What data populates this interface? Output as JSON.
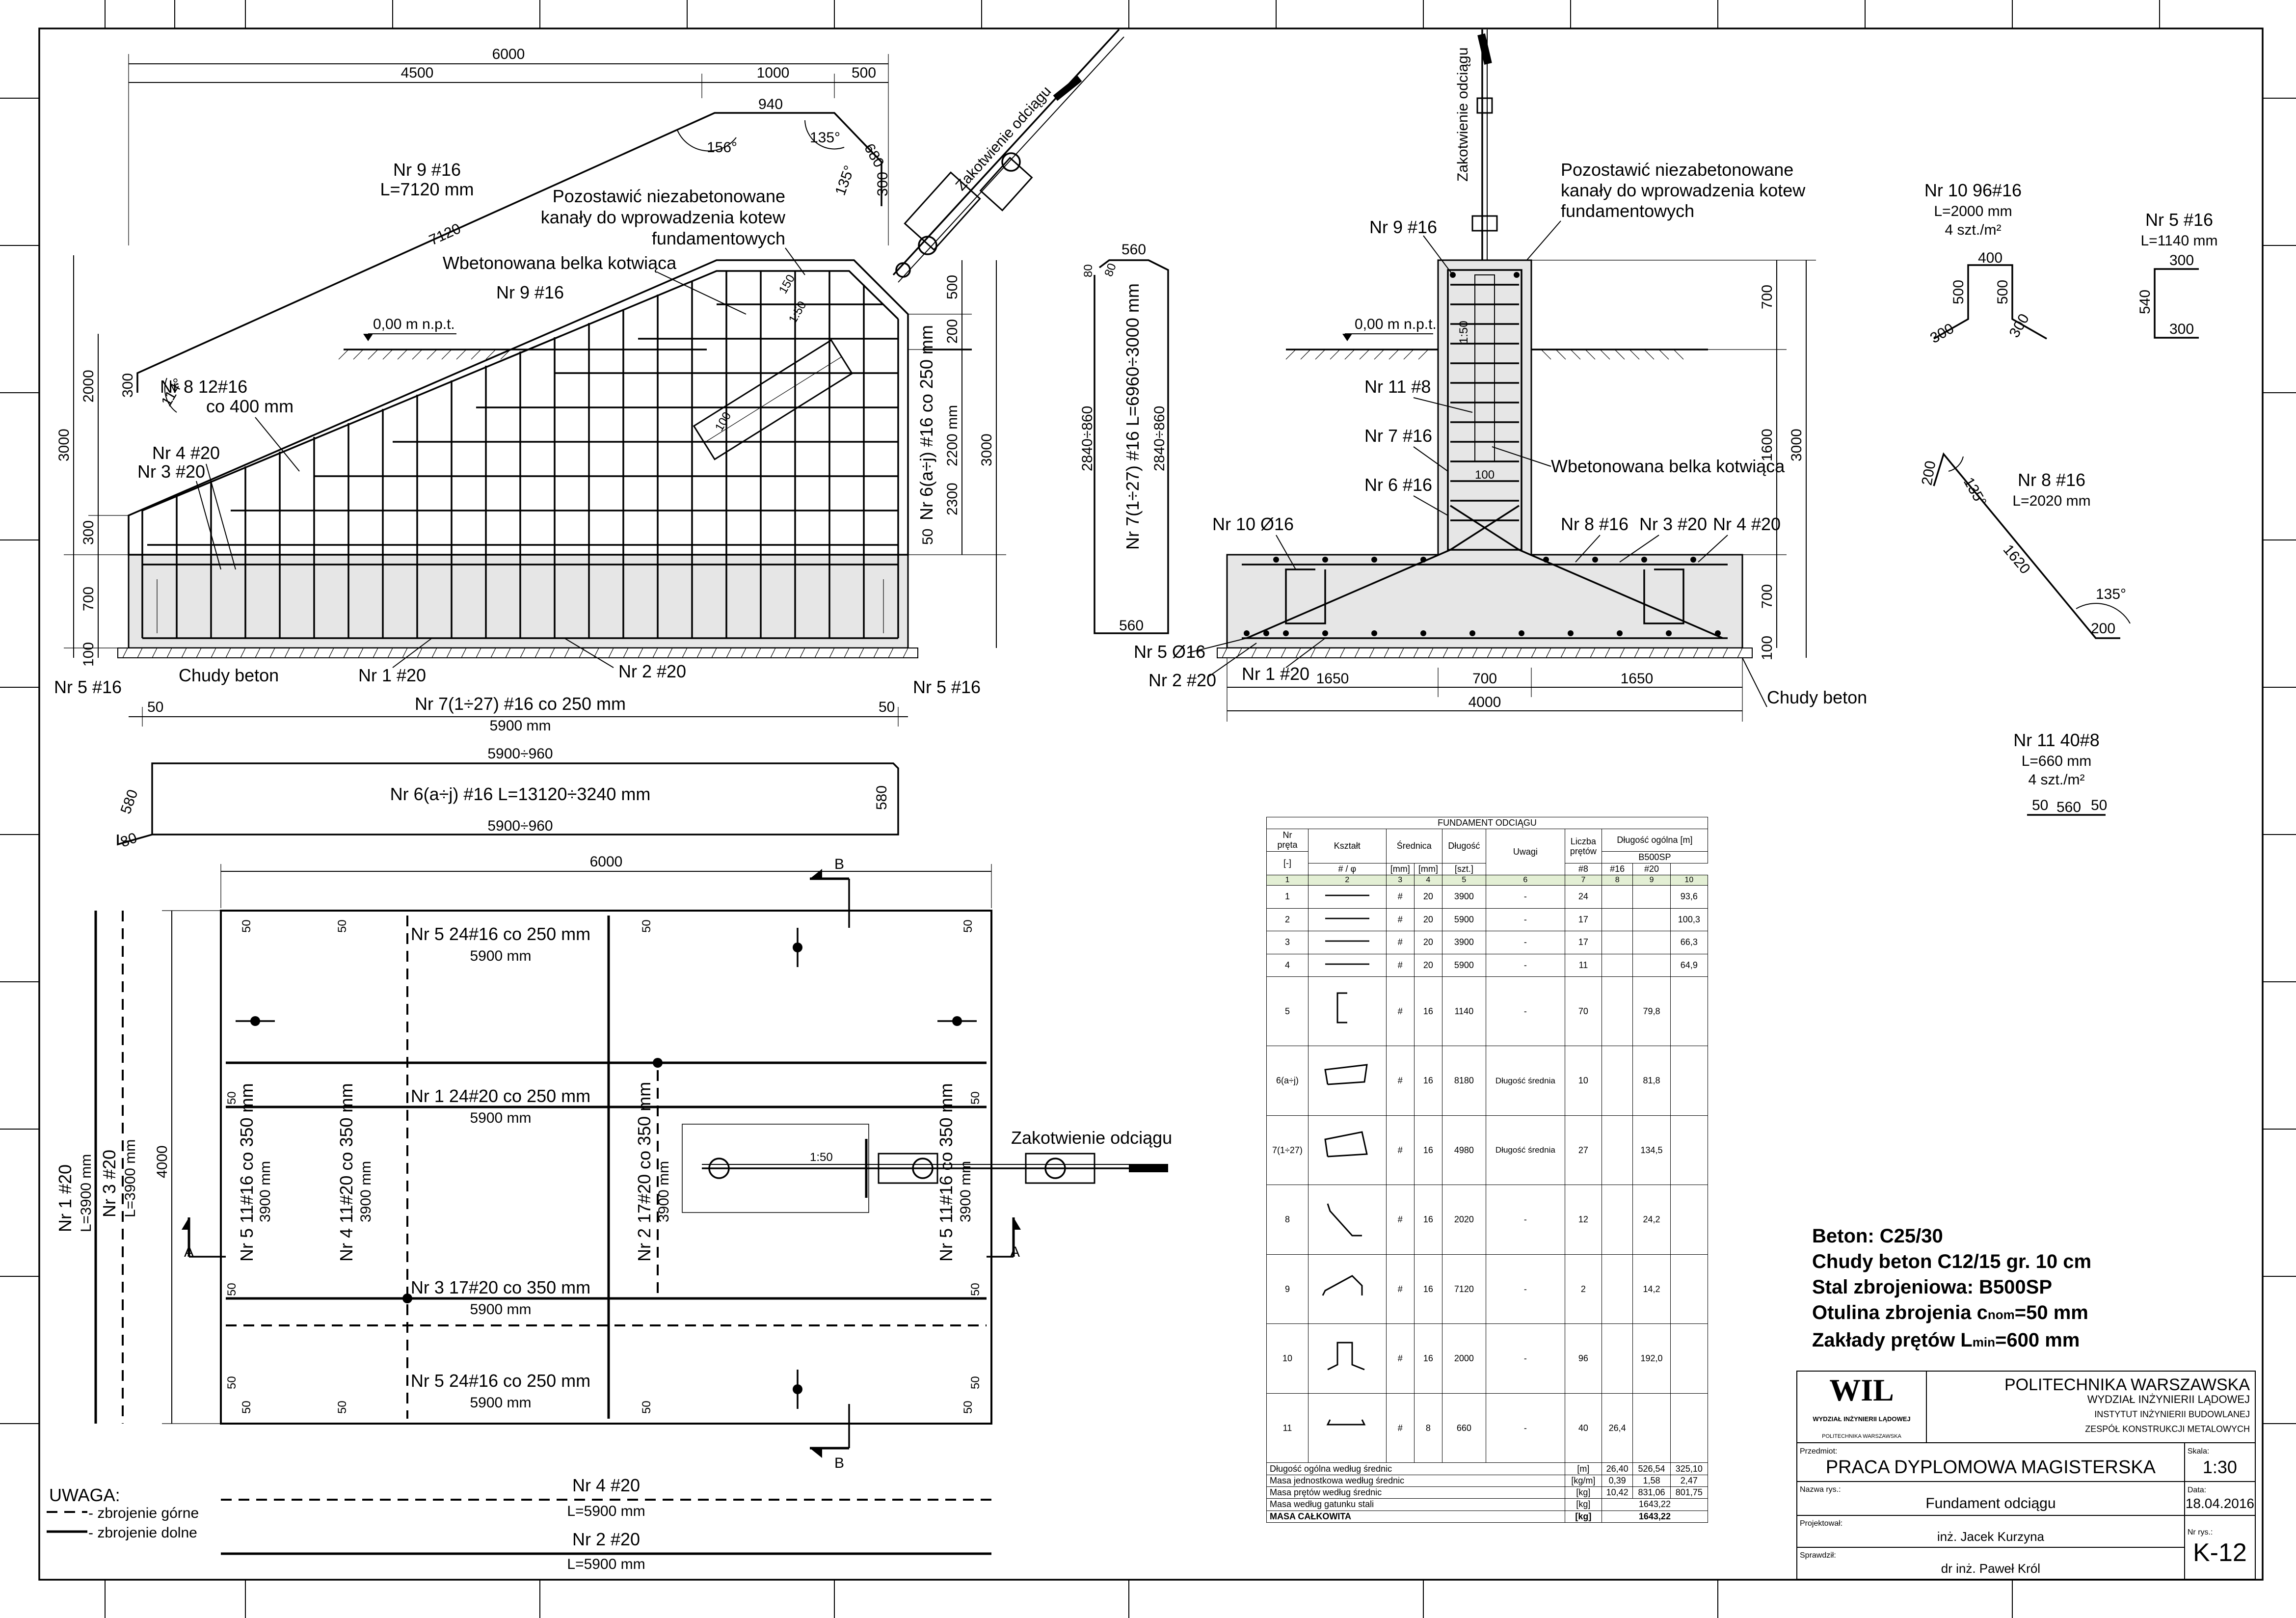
{
  "section_a": {
    "dim_total": "6000",
    "dim_left": "4500",
    "dim_mid": "1000",
    "dim_right": "500",
    "bar9_label": "Nr 9 #16",
    "bar9_len": "L=7120 mm",
    "bar9_dim": "7120",
    "bar9_top": "940",
    "bar9_side": "680",
    "bar9_end": "300",
    "bar9_tail": "300",
    "ang156": "156°",
    "ang135a": "135°",
    "ang135b": "135°",
    "ang114": "114°",
    "note": [
      "Pozostawić niezabetonowane",
      "kanały do wprowadzenia kotew",
      "fundamentowych"
    ],
    "anchor_beam": "Wbetonowana belka kotwiąca",
    "anchor_label": "Zakotwienie odciągu",
    "bar9_small": "Nr 9 #16",
    "level": "0,00 m n.p.t.",
    "bar8_label": "Nr 8 12#16",
    "bar8_spacing": "co 400 mm",
    "bar4": "Nr 4 #20",
    "bar3": "Nr 3 #20",
    "bar6": "Nr 6(a÷j) #16 co 250 mm",
    "bar5_left": "Nr 5 #16",
    "bar5_right": "Nr 5 #16",
    "lean": "Chudy beton",
    "bar1": "Nr 1 #20",
    "bar2": "Nr 2 #20",
    "bar7": "Nr 7(1÷27) #16 co 250  mm",
    "dim_bottom": "5900 mm",
    "dim_50l": "50",
    "dim_50r": "50",
    "left_dims": [
      "3000",
      "2000",
      "300",
      "700",
      "100"
    ],
    "right_dims": [
      "500",
      "200",
      "2200 mm",
      "2300",
      "50",
      "3000"
    ],
    "ang_slope": "1:50",
    "dim150": "150",
    "dim100": "100"
  },
  "bar6_shape": {
    "label": "Nr 6(a÷j) #16 L=13120÷3240 mm",
    "top": "5900÷960",
    "bottom": "5900÷960",
    "left": "580",
    "right": "580",
    "hook": "80"
  },
  "bar7_shape": {
    "label": "Nr 7(1÷27) #16 L=6960÷3000 mm",
    "dim_a": "2840÷860",
    "dim_b": "2840÷860",
    "top": "560",
    "bottom": "560",
    "hook_a": "80",
    "hook_b": "80"
  },
  "section_b": {
    "anchor_label": "Zakotwienie odciągu",
    "note": [
      "Pozostawić niezabetonowane",
      "kanały do wprowadzenia kotew",
      "fundamentowych"
    ],
    "bar9": "Nr 9 #16",
    "level": "0,00 m n.p.t.",
    "bar11": "Nr 11 #8",
    "bar7": "Nr 7 #16",
    "bar6": "Nr 6 #16",
    "bar10": "Nr 10 Ø16",
    "bar8": "Nr 8 #16",
    "bar3": "Nr 3 #20",
    "bar4": "Nr 4 #20",
    "bar5": "Nr 5 Ø16",
    "bar2": "Nr 2 #20",
    "bar1": "Nr 1 #20",
    "anchor_beam": "Wbetonowana belka kotwiąca",
    "lean": "Chudy beton",
    "dims_bottom": [
      "1650",
      "700",
      "1650",
      "4000"
    ],
    "dims_right": [
      "700",
      "1600",
      "700",
      "100",
      "3000"
    ],
    "slope": "1:50",
    "d100": "100"
  },
  "bar_shapes": {
    "bar10": {
      "label": "Nr 10 96#16",
      "len": "L=2000 mm",
      "count": "4 szt./m²",
      "d400": "400",
      "d500a": "500",
      "d500b": "500",
      "d300a": "300",
      "d300b": "300"
    },
    "bar5": {
      "label": "Nr 5 #16",
      "len": "L=1140 mm",
      "d300a": "300",
      "d540": "540",
      "d300b": "300"
    },
    "bar8": {
      "label": "Nr 8 #16",
      "len": "L=2020 mm",
      "d200a": "200",
      "d1620": "1620",
      "d200b": "200",
      "ang1": "135°",
      "ang2": "135°"
    },
    "bar11": {
      "label": "Nr 11 40#8",
      "len": "L=660 mm",
      "count": "4 szt./m²",
      "d50a": "50",
      "d560": "560",
      "d50b": "50"
    }
  },
  "plan": {
    "dim_top": "6000",
    "dim_side": "4000",
    "cut_b": "B",
    "cut_a": "A",
    "row1": {
      "label": "Nr 5 24#16 co 250 mm",
      "len": "5900 mm"
    },
    "row2": {
      "label": "Nr 1 24#20 co 250 mm",
      "len": "5900 mm"
    },
    "row3": {
      "label": "Nr 3 17#20 co 350 mm",
      "len": "5900 mm"
    },
    "row4": {
      "label": "Nr 5 24#16 co 250 mm",
      "len": "5900 mm"
    },
    "col1": {
      "label": "Nr 5 11#16 co 350 mm",
      "len": "3900 mm"
    },
    "col2": {
      "label": "Nr 4 11#20 co 350 mm",
      "len": "3900 mm"
    },
    "col3": {
      "label": "Nr 2 17#20 co 350 mm",
      "len": "3900 mm"
    },
    "col4": {
      "label": "Nr 5 11#16 co 350 mm",
      "len": "3900 mm"
    },
    "d50": "50",
    "anchor_label": "Zakotwienie odciągu",
    "slope": "1:50",
    "left1": {
      "label": "Nr 1 #20",
      "len": "L=3900 mm"
    },
    "left2": {
      "label": "Nr 3 #20",
      "len": "L=3900 mm"
    },
    "bottom1": {
      "label": "Nr 4 #20",
      "len": "L=5900 mm"
    },
    "bottom2": {
      "label": "Nr 2 #20",
      "len": "L=5900 mm"
    }
  },
  "legend": {
    "title": "UWAGA:",
    "top": "- zbrojenie górne",
    "bottom": "- zbrojenie dolne"
  },
  "schedule": {
    "title": "FUNDAMENT ODCIĄGU",
    "h": {
      "nr": "Nr",
      "preta": "pręta",
      "ksztalt": "Kształt",
      "srednica": "Średnica",
      "dlugosc": "Długość",
      "uwagi": "Uwagi",
      "liczba": "Liczba",
      "pretow": "prętów",
      "ogolna": "Długość ogólna [m]",
      "stal": "B500SP",
      "u_nr": "[-]",
      "u_sym": "# / φ",
      "u_mm": "[mm]",
      "u_len": "[mm]",
      "u_szt": "[szt.]",
      "c8": "#8",
      "c16": "#16",
      "c20": "#20"
    },
    "nums": [
      "1",
      "2",
      "3",
      "4",
      "5",
      "6",
      "7",
      "8",
      "9",
      "10"
    ],
    "rows": [
      {
        "nr": "1",
        "sym": "#",
        "d": "20",
        "len": "3900",
        "uw": "-",
        "n": "24",
        "l8": "",
        "l16": "",
        "l20": "93,6"
      },
      {
        "nr": "2",
        "sym": "#",
        "d": "20",
        "len": "5900",
        "uw": "-",
        "n": "17",
        "l8": "",
        "l16": "",
        "l20": "100,3"
      },
      {
        "nr": "3",
        "sym": "#",
        "d": "20",
        "len": "3900",
        "uw": "-",
        "n": "17",
        "l8": "",
        "l16": "",
        "l20": "66,3"
      },
      {
        "nr": "4",
        "sym": "#",
        "d": "20",
        "len": "5900",
        "uw": "-",
        "n": "11",
        "l8": "",
        "l16": "",
        "l20": "64,9"
      },
      {
        "nr": "5",
        "sym": "#",
        "d": "16",
        "len": "1140",
        "uw": "-",
        "n": "70",
        "l8": "",
        "l16": "79,8",
        "l20": ""
      },
      {
        "nr": "6(a÷j)",
        "sym": "#",
        "d": "16",
        "len": "8180",
        "uw": "Długość średnia",
        "n": "10",
        "l8": "",
        "l16": "81,8",
        "l20": ""
      },
      {
        "nr": "7(1÷27)",
        "sym": "#",
        "d": "16",
        "len": "4980",
        "uw": "Długość średnia",
        "n": "27",
        "l8": "",
        "l16": "134,5",
        "l20": ""
      },
      {
        "nr": "8",
        "sym": "#",
        "d": "16",
        "len": "2020",
        "uw": "-",
        "n": "12",
        "l8": "",
        "l16": "24,2",
        "l20": ""
      },
      {
        "nr": "9",
        "sym": "#",
        "d": "16",
        "len": "7120",
        "uw": "-",
        "n": "2",
        "l8": "",
        "l16": "14,2",
        "l20": ""
      },
      {
        "nr": "10",
        "sym": "#",
        "d": "16",
        "len": "2000",
        "uw": "-",
        "n": "96",
        "l8": "",
        "l16": "192,0",
        "l20": ""
      },
      {
        "nr": "11",
        "sym": "#",
        "d": "8",
        "len": "660",
        "uw": "-",
        "n": "40",
        "l8": "26,4",
        "l16": "",
        "l20": ""
      }
    ],
    "totals": [
      {
        "label": "Długość ogólna według średnic",
        "unit": "[m]",
        "v8": "26,40",
        "v16": "526,54",
        "v20": "325,10"
      },
      {
        "label": "Masa jednostkowa według średnic",
        "unit": "[kg/m]",
        "v8": "0,39",
        "v16": "1,58",
        "v20": "2,47"
      },
      {
        "label": "Masa prętów według średnic",
        "unit": "[kg]",
        "v8": "10,42",
        "v16": "831,06",
        "v20": "801,75"
      }
    ],
    "mass_grade": {
      "label": "Masa według gatunku stali",
      "unit": "[kg]",
      "value": "1643,22"
    },
    "mass_total": {
      "label": "MASA CAŁKOWITA",
      "unit": "[kg]",
      "value": "1643,22"
    }
  },
  "specs": {
    "l1": "Beton: C25/30",
    "l2": "Chudy beton C12/15 gr. 10 cm",
    "l3": "Stal zbrojeniowa: B500SP",
    "l4a": "Otulina zbrojenia c",
    "l4b": "nom",
    "l4c": "=50 mm",
    "l5a": "Zakłady prętów L",
    "l5b": "min",
    "l5c": "=600 mm"
  },
  "title_block": {
    "logo": "WIL",
    "logo_sub1": "WYDZIAŁ INŻYNIERII LĄDOWEJ",
    "logo_sub2": "POLITECHNIKA WARSZAWSKA",
    "uni": "POLITECHNIKA WARSZAWSKA",
    "faculty": "WYDZIAŁ INŻYNIERII LĄDOWEJ",
    "institute": "INSTYTUT INŻYNIERII BUDOWLANEJ",
    "team": "ZESPÓŁ KONSTRUKCJI METALOWYCH",
    "subject_lab": "Przedmiot:",
    "subject": "PRACA DYPLOMOWA MAGISTERSKA",
    "scale_lab": "Skala:",
    "scale": "1:30",
    "drawing_lab": "Nazwa rys.:",
    "drawing": "Fundament odciągu",
    "date_lab": "Data:",
    "date": "18.04.2016",
    "designer_lab": "Projektował:",
    "designer": "inż. Jacek Kurzyna",
    "number_lab": "Nr rys.:",
    "number": "K-12",
    "checker_lab": "Sprawdził:",
    "checker": "dr inż. Paweł Król"
  }
}
